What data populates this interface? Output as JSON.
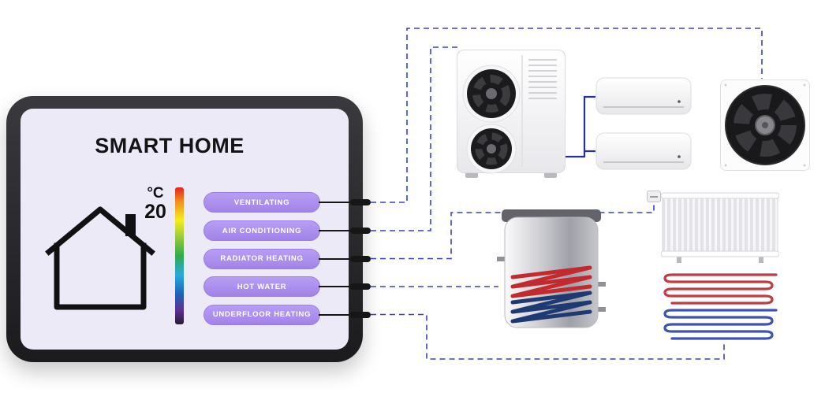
{
  "panel": {
    "title": "SMART HOME",
    "temperature": {
      "unit": "°C",
      "value": "20"
    },
    "buttons": [
      {
        "id": "ventilating",
        "label": "VENTILATING"
      },
      {
        "id": "air-conditioning",
        "label": "AIR CONDITIONING"
      },
      {
        "id": "radiator-heating",
        "label": "RADIATOR HEATING"
      },
      {
        "id": "hot-water",
        "label": "HOT WATER"
      },
      {
        "id": "underfloor-heating",
        "label": "UNDERFLOOR HEATING"
      }
    ]
  },
  "devices": {
    "heat_pump": "heat pump outdoor unit",
    "ac_indoor_1": "air conditioner indoor unit 1",
    "ac_indoor_2": "air conditioner indoor unit 2",
    "ventilation_fan": "ventilation fan unit",
    "water_tank": "hot water tank with heating coils",
    "radiator": "panel radiator",
    "thermostat": "radiator thermostat",
    "underfloor": "underfloor heating pipes"
  },
  "colors": {
    "button_purple": "#ab90ee",
    "line_blue": "#3a40c2",
    "pipe_blue": "#26309c",
    "coil_red": "#c13b42",
    "coil_blue": "#3c55b4"
  }
}
